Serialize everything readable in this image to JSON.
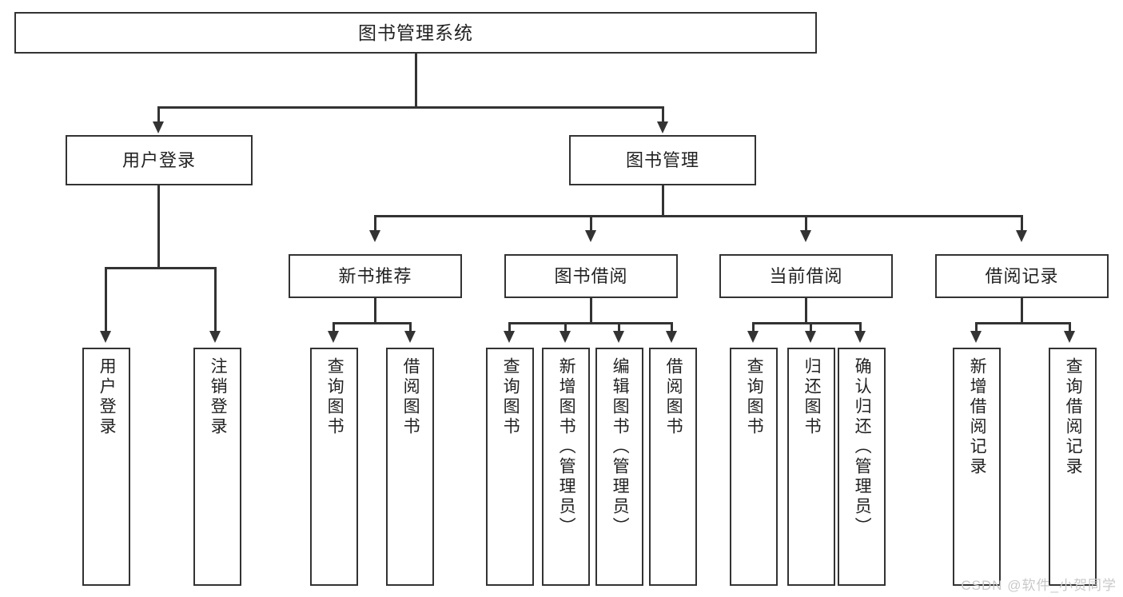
{
  "diagram": {
    "title": "图书管理系统",
    "type": "tree",
    "watermark": "CSDN @软件_小贺同学",
    "root": {
      "label": "图书管理系统"
    },
    "level2": [
      {
        "label": "用户登录"
      },
      {
        "label": "图书管理"
      }
    ],
    "level3": [
      {
        "label": "新书推荐"
      },
      {
        "label": "图书借阅"
      },
      {
        "label": "当前借阅"
      },
      {
        "label": "借阅记录"
      }
    ],
    "leaves": {
      "user_login": [
        {
          "label": "用户登录"
        },
        {
          "label": "注销登录"
        }
      ],
      "new_book_recommend": [
        {
          "label": "查询图书"
        },
        {
          "label": "借阅图书"
        }
      ],
      "book_borrow": [
        {
          "label": "查询图书"
        },
        {
          "label": "新增图书（管理员）"
        },
        {
          "label": "编辑图书（管理员）"
        },
        {
          "label": "借阅图书"
        }
      ],
      "current_borrow": [
        {
          "label": "查询图书"
        },
        {
          "label": "归还图书"
        },
        {
          "label": "确认归还（管理员）"
        }
      ],
      "borrow_record": [
        {
          "label": "新增借阅记录"
        },
        {
          "label": "查询借阅记录"
        }
      ]
    },
    "colors": {
      "line": "#333333",
      "box_border": "#333333",
      "box_fill": "#ffffff",
      "text": "#222222",
      "watermark": "#c9c9c9"
    }
  }
}
